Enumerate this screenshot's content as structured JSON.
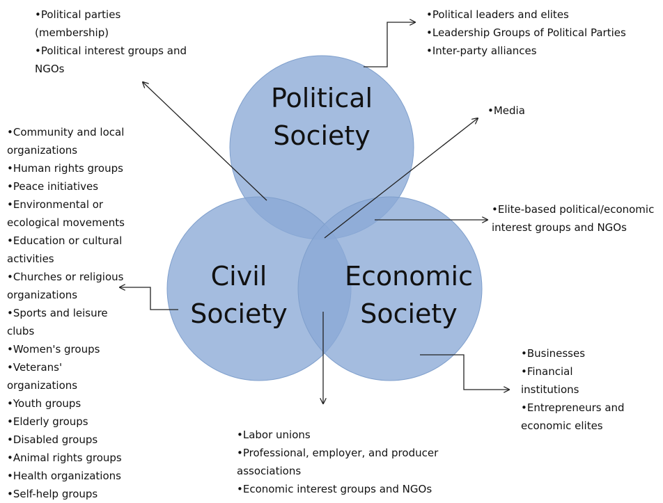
{
  "circles": {
    "political": {
      "line1": "Political",
      "line2": "Society",
      "fill": "#8aa9d6"
    },
    "civil": {
      "line1": "Civil",
      "line2": "Society",
      "fill": "#8aa9d6"
    },
    "economic": {
      "line1": "Economic",
      "line2": "Society",
      "fill": "#8aa9d6"
    }
  },
  "blocks": {
    "top_left": [
      "•Political parties",
      "(membership)",
      "•Political interest groups and",
      "NGOs"
    ],
    "top_right": [
      "•Political leaders and elites",
      "•Leadership Groups of Political Parties",
      "•Inter-party alliances"
    ],
    "media": [
      "•Media"
    ],
    "elite": [
      "•Elite-based political/economic",
      "interest groups and NGOs"
    ],
    "civil_list": [
      "•Community and local",
      "organizations",
      "•Human rights groups",
      "•Peace initiatives",
      "•Environmental or",
      "ecological movements",
      "•Education or cultural",
      "activities",
      "•Churches or religious",
      "organizations",
      "•Sports and leisure",
      "clubs",
      "•Women's groups",
      "•Veterans'",
      "organizations",
      "•Youth groups",
      "•Elderly groups",
      "•Disabled groups",
      "•Animal rights groups",
      "•Health organizations",
      "•Self-help groups"
    ],
    "business": [
      "•Businesses",
      "•Financial",
      "institutions",
      "•Entrepreneurs and",
      "economic elites"
    ],
    "labor": [
      "•Labor unions",
      "•Professional, employer, and producer",
      "associations",
      "•Economic interest groups and NGOs"
    ]
  }
}
